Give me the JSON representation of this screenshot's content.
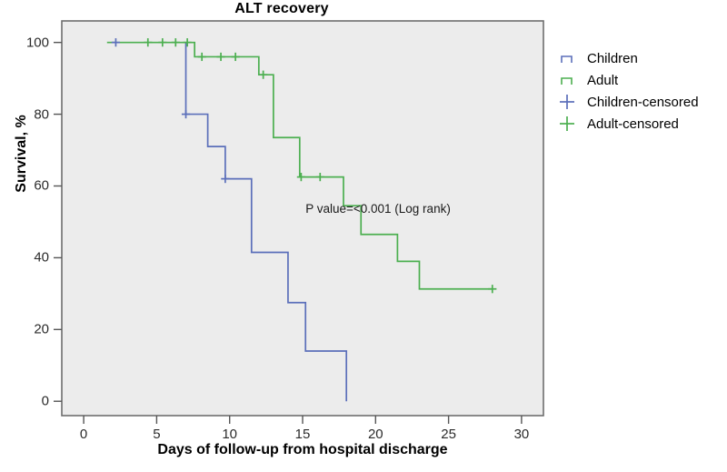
{
  "chart_data": {
    "type": "line",
    "subtype": "kaplan-meier-step",
    "title": "ALT recovery",
    "xlabel": "Days of follow-up from hospital discharge",
    "ylabel": "Survival, %",
    "xlim": [
      -1.5,
      31.5
    ],
    "ylim": [
      -4,
      106
    ],
    "xticks": [
      0,
      5,
      10,
      15,
      20,
      25,
      30
    ],
    "xtick_labels": [
      "0",
      "5",
      "10",
      "15",
      "20",
      "25",
      "30"
    ],
    "yticks": [
      0,
      20,
      40,
      60,
      80,
      100
    ],
    "ytick_labels": [
      "0",
      "20",
      "40",
      "60",
      "80",
      "100"
    ],
    "grid": false,
    "plot_background": "#ececec",
    "legend_position": "right",
    "annotations": [
      {
        "text": "P value=<0.001 (Log rank)",
        "x": 15.2,
        "y": 53.5
      }
    ],
    "series": [
      {
        "name": "Children",
        "color": "#5b6fba",
        "type": "step",
        "points": [
          [
            7.0,
            100
          ],
          [
            7.0,
            80
          ],
          [
            8.5,
            80
          ],
          [
            8.5,
            71
          ],
          [
            9.7,
            71
          ],
          [
            9.7,
            62
          ],
          [
            11.5,
            62
          ],
          [
            11.5,
            41.5
          ],
          [
            14.0,
            41.5
          ],
          [
            14.0,
            27.5
          ],
          [
            15.2,
            27.5
          ],
          [
            15.2,
            14
          ],
          [
            18.0,
            14
          ],
          [
            18.0,
            0
          ]
        ]
      },
      {
        "name": "Adult",
        "color": "#4caf50",
        "type": "step",
        "points": [
          [
            1.6,
            100
          ],
          [
            7.6,
            100
          ],
          [
            7.6,
            96
          ],
          [
            12.0,
            96
          ],
          [
            12.0,
            91
          ],
          [
            13.0,
            91
          ],
          [
            13.0,
            73.5
          ],
          [
            14.8,
            73.5
          ],
          [
            14.8,
            62.5
          ],
          [
            17.8,
            62.5
          ],
          [
            17.8,
            54.5
          ],
          [
            19.0,
            54.5
          ],
          [
            19.0,
            46.5
          ],
          [
            21.5,
            46.5
          ],
          [
            21.5,
            39
          ],
          [
            23.0,
            39
          ],
          [
            23.0,
            31.3
          ],
          [
            28.0,
            31.3
          ]
        ]
      }
    ],
    "censored": [
      {
        "series": "Children",
        "color": "#5b6fba",
        "x": 2.2,
        "y": 100
      },
      {
        "series": "Children",
        "color": "#5b6fba",
        "x": 7.0,
        "y": 80
      },
      {
        "series": "Children",
        "color": "#5b6fba",
        "x": 9.7,
        "y": 62
      },
      {
        "series": "Adult",
        "color": "#4caf50",
        "x": 4.4,
        "y": 100
      },
      {
        "series": "Adult",
        "color": "#4caf50",
        "x": 5.4,
        "y": 100
      },
      {
        "series": "Adult",
        "color": "#4caf50",
        "x": 6.3,
        "y": 100
      },
      {
        "series": "Adult",
        "color": "#4caf50",
        "x": 7.1,
        "y": 100
      },
      {
        "series": "Adult",
        "color": "#4caf50",
        "x": 8.1,
        "y": 96
      },
      {
        "series": "Adult",
        "color": "#4caf50",
        "x": 9.4,
        "y": 96
      },
      {
        "series": "Adult",
        "color": "#4caf50",
        "x": 10.4,
        "y": 96
      },
      {
        "series": "Adult",
        "color": "#4caf50",
        "x": 12.3,
        "y": 91
      },
      {
        "series": "Adult",
        "color": "#4caf50",
        "x": 14.9,
        "y": 62.5
      },
      {
        "series": "Adult",
        "color": "#4caf50",
        "x": 16.2,
        "y": 62.5
      },
      {
        "series": "Adult",
        "color": "#4caf50",
        "x": 28.0,
        "y": 31.3
      }
    ]
  },
  "legend": {
    "items": [
      {
        "label": "Children",
        "color": "#5b6fba",
        "marker": "step"
      },
      {
        "label": "Adult",
        "color": "#4caf50",
        "marker": "step"
      },
      {
        "label": "Children-censored",
        "color": "#5b6fba",
        "marker": "plus"
      },
      {
        "label": "Adult-censored",
        "color": "#4caf50",
        "marker": "plus"
      }
    ]
  }
}
